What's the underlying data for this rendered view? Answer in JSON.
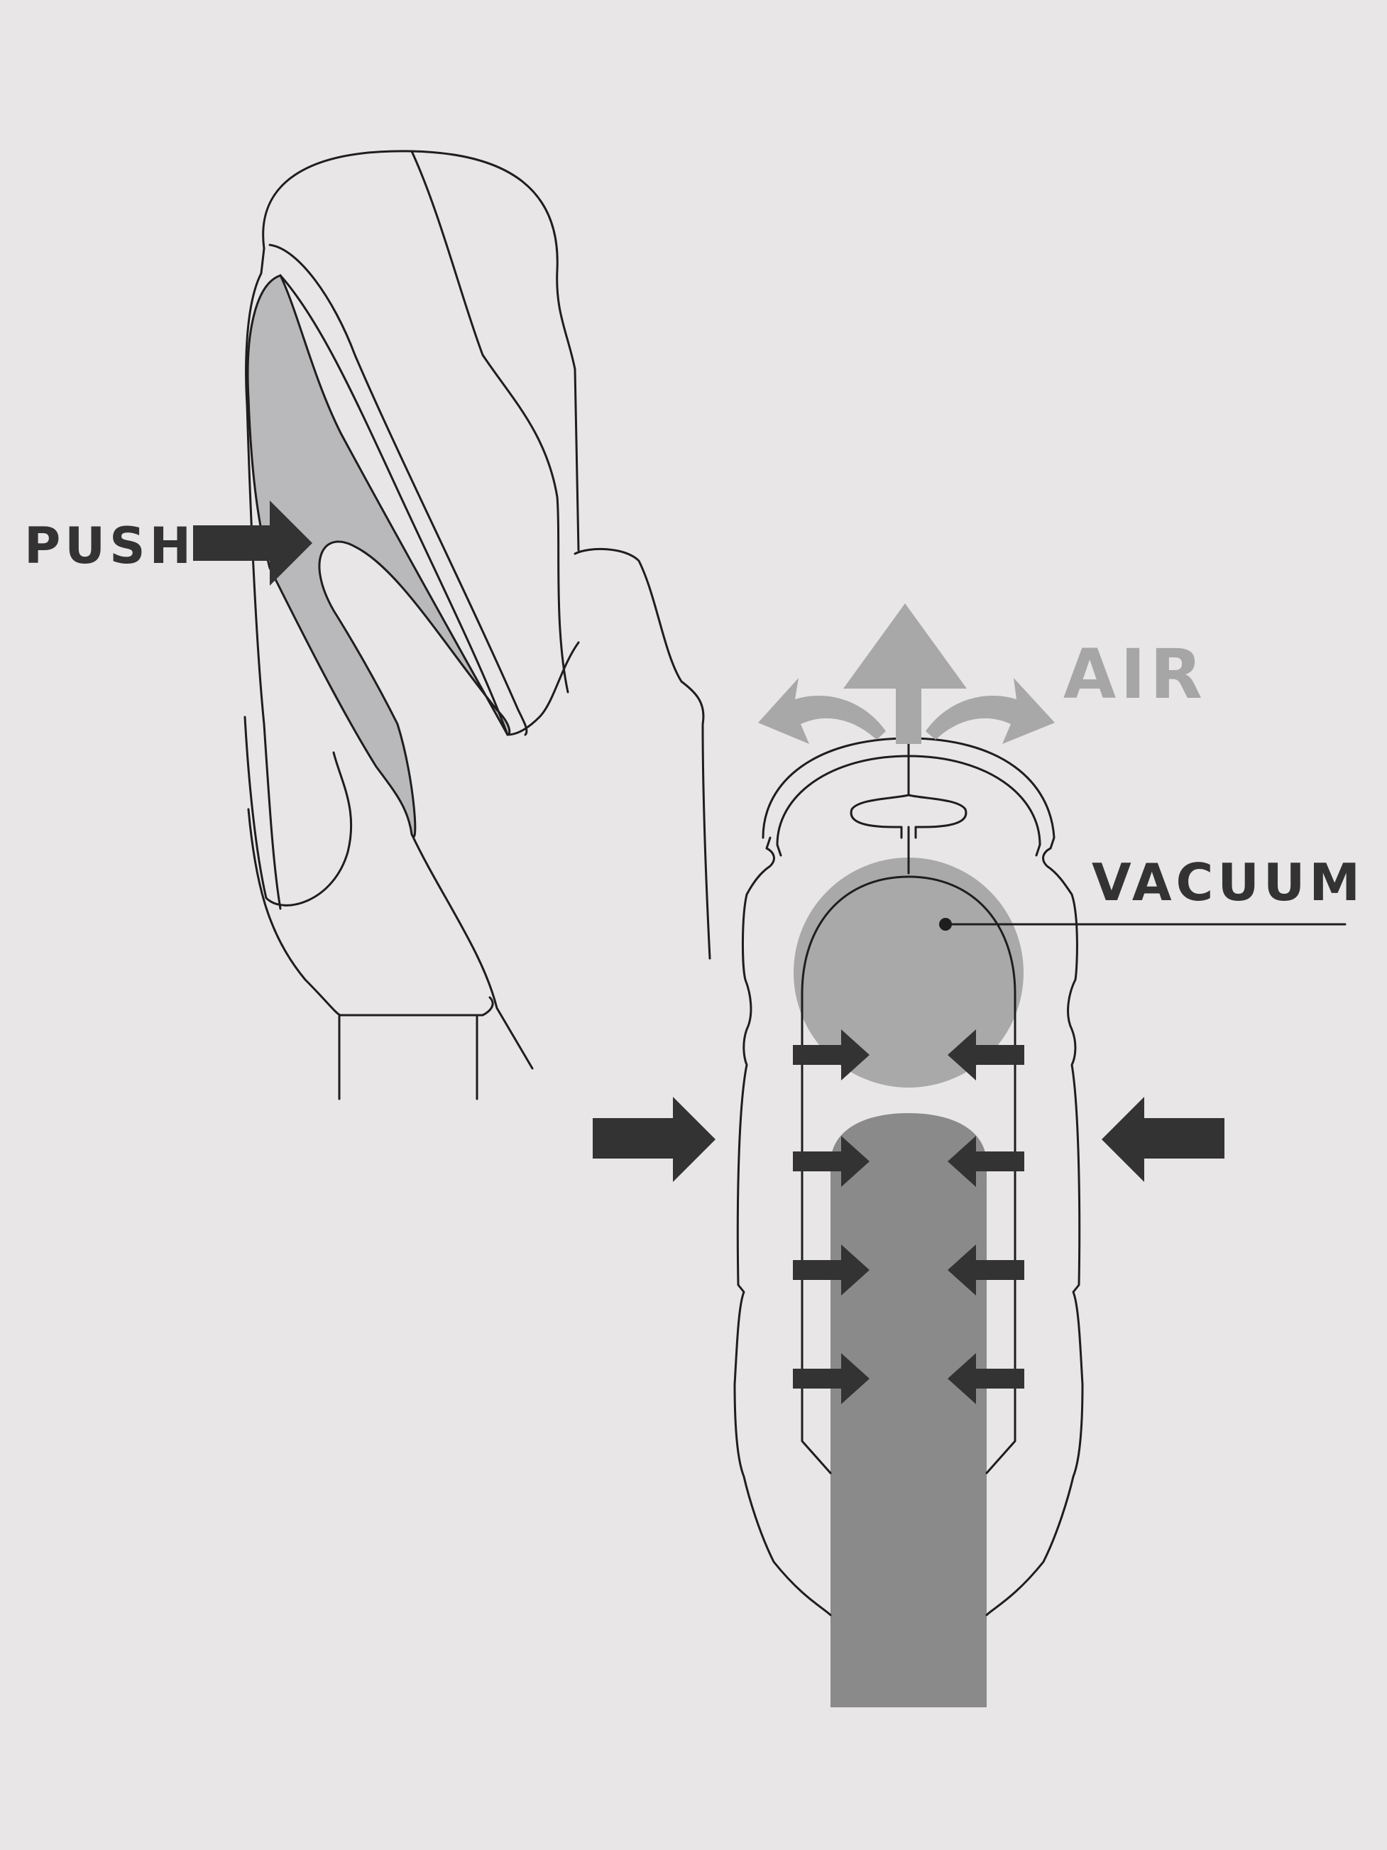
{
  "labels": {
    "push": "PUSH",
    "air": "AIR",
    "vacuum": "VACUUM"
  },
  "colors": {
    "background": "#e8e6e6",
    "outline": "#1e1e1e",
    "arrow_dark": "#333333",
    "arrow_light": "#a8a8a8",
    "label_air": "#a6a6a6",
    "vacuum_fill": "#a9a9a9",
    "hand_shade": "#b9b9bb",
    "shaft_fill": "#8a8a8a"
  }
}
